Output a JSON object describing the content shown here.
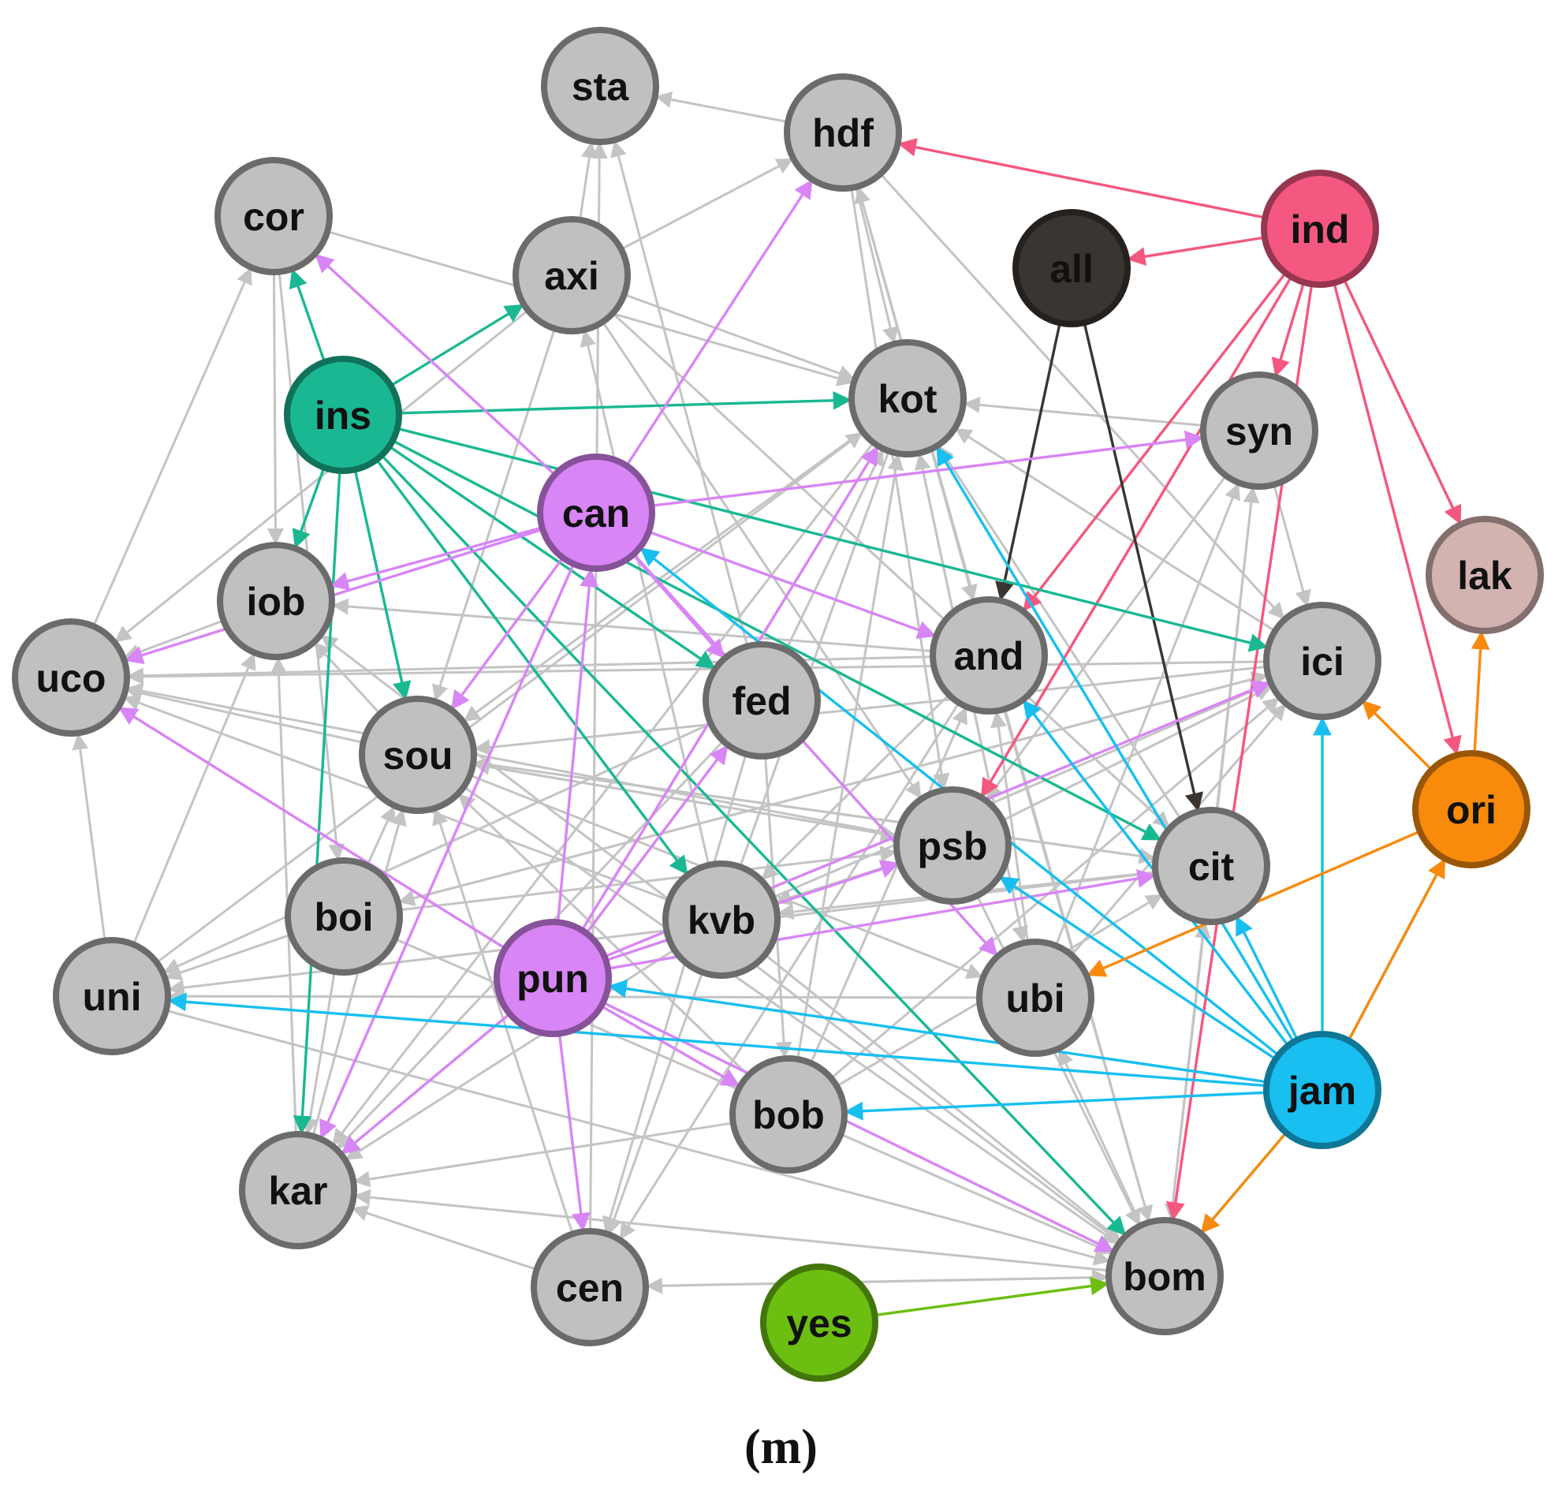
{
  "caption": "(m)",
  "colors": {
    "default_fill": "#c0c0c0",
    "default_stroke": "#6b6b6b",
    "default_edge": "#c4c4c4",
    "ins": "#1ab892",
    "can": "#d885f6",
    "pun": "#d885f6",
    "ind": "#f4577f",
    "all": "#3a3530",
    "jam": "#18bff0",
    "ori": "#f98a0c",
    "yes": "#6cbf10",
    "lak": "#d3b3b0"
  },
  "nodes": [
    {
      "id": "sta",
      "label": "sta"
    },
    {
      "id": "hdf",
      "label": "hdf"
    },
    {
      "id": "cor",
      "label": "cor"
    },
    {
      "id": "axi",
      "label": "axi"
    },
    {
      "id": "all",
      "label": "all"
    },
    {
      "id": "ind",
      "label": "ind"
    },
    {
      "id": "ins",
      "label": "ins"
    },
    {
      "id": "kot",
      "label": "kot"
    },
    {
      "id": "syn",
      "label": "syn"
    },
    {
      "id": "can",
      "label": "can"
    },
    {
      "id": "lak",
      "label": "lak"
    },
    {
      "id": "iob",
      "label": "iob"
    },
    {
      "id": "and",
      "label": "and"
    },
    {
      "id": "ici",
      "label": "ici"
    },
    {
      "id": "uco",
      "label": "uco"
    },
    {
      "id": "fed",
      "label": "fed"
    },
    {
      "id": "sou",
      "label": "sou"
    },
    {
      "id": "ori",
      "label": "ori"
    },
    {
      "id": "psb",
      "label": "psb"
    },
    {
      "id": "cit",
      "label": "cit"
    },
    {
      "id": "boi",
      "label": "boi"
    },
    {
      "id": "kvb",
      "label": "kvb"
    },
    {
      "id": "uni",
      "label": "uni"
    },
    {
      "id": "pun",
      "label": "pun"
    },
    {
      "id": "ubi",
      "label": "ubi"
    },
    {
      "id": "jam",
      "label": "jam"
    },
    {
      "id": "bob",
      "label": "bob"
    },
    {
      "id": "kar",
      "label": "kar"
    },
    {
      "id": "cen",
      "label": "cen"
    },
    {
      "id": "yes",
      "label": "yes"
    },
    {
      "id": "bom",
      "label": "bom"
    }
  ],
  "edges": [
    {
      "from": "ind",
      "to": "hdf",
      "group": "ind"
    },
    {
      "from": "ind",
      "to": "all",
      "group": "ind"
    },
    {
      "from": "ind",
      "to": "lak",
      "group": "ind"
    },
    {
      "from": "ind",
      "to": "ori",
      "group": "ind"
    },
    {
      "from": "ind",
      "to": "syn",
      "group": "ind"
    },
    {
      "from": "ind",
      "to": "and",
      "group": "ind"
    },
    {
      "from": "ind",
      "to": "psb",
      "group": "ind"
    },
    {
      "from": "ind",
      "to": "bom",
      "group": "ind"
    },
    {
      "from": "all",
      "to": "and",
      "group": "all"
    },
    {
      "from": "all",
      "to": "cit",
      "group": "all"
    },
    {
      "from": "ins",
      "to": "cor",
      "group": "ins"
    },
    {
      "from": "ins",
      "to": "axi",
      "group": "ins"
    },
    {
      "from": "ins",
      "to": "kot",
      "group": "ins"
    },
    {
      "from": "ins",
      "to": "iob",
      "group": "ins"
    },
    {
      "from": "ins",
      "to": "sou",
      "group": "ins"
    },
    {
      "from": "ins",
      "to": "kar",
      "group": "ins"
    },
    {
      "from": "ins",
      "to": "kvb",
      "group": "ins"
    },
    {
      "from": "ins",
      "to": "fed",
      "group": "ins"
    },
    {
      "from": "ins",
      "to": "ici",
      "group": "ins"
    },
    {
      "from": "ins",
      "to": "cit",
      "group": "ins"
    },
    {
      "from": "ins",
      "to": "bom",
      "group": "ins"
    },
    {
      "from": "can",
      "to": "cor",
      "group": "can"
    },
    {
      "from": "can",
      "to": "hdf",
      "group": "can"
    },
    {
      "from": "can",
      "to": "iob",
      "group": "can"
    },
    {
      "from": "can",
      "to": "uco",
      "group": "can"
    },
    {
      "from": "can",
      "to": "sou",
      "group": "can"
    },
    {
      "from": "can",
      "to": "kar",
      "group": "can"
    },
    {
      "from": "can",
      "to": "and",
      "group": "can"
    },
    {
      "from": "can",
      "to": "fed",
      "group": "can"
    },
    {
      "from": "can",
      "to": "syn",
      "group": "can"
    },
    {
      "from": "can",
      "to": "ubi",
      "group": "can"
    },
    {
      "from": "pun",
      "to": "can",
      "group": "pun"
    },
    {
      "from": "pun",
      "to": "kot",
      "group": "pun"
    },
    {
      "from": "pun",
      "to": "uco",
      "group": "pun"
    },
    {
      "from": "pun",
      "to": "kar",
      "group": "pun"
    },
    {
      "from": "pun",
      "to": "cen",
      "group": "pun"
    },
    {
      "from": "pun",
      "to": "bob",
      "group": "pun"
    },
    {
      "from": "pun",
      "to": "psb",
      "group": "pun"
    },
    {
      "from": "pun",
      "to": "cit",
      "group": "pun"
    },
    {
      "from": "pun",
      "to": "ici",
      "group": "pun"
    },
    {
      "from": "pun",
      "to": "bom",
      "group": "pun"
    },
    {
      "from": "pun",
      "to": "fed",
      "group": "pun"
    },
    {
      "from": "jam",
      "to": "uni",
      "group": "jam"
    },
    {
      "from": "jam",
      "to": "pun",
      "group": "jam"
    },
    {
      "from": "jam",
      "to": "bob",
      "group": "jam"
    },
    {
      "from": "jam",
      "to": "bom",
      "group": "jam"
    },
    {
      "from": "jam",
      "to": "ici",
      "group": "jam"
    },
    {
      "from": "jam",
      "to": "ori",
      "group": "jam"
    },
    {
      "from": "jam",
      "to": "cit",
      "group": "jam"
    },
    {
      "from": "jam",
      "to": "psb",
      "group": "jam"
    },
    {
      "from": "jam",
      "to": "kot",
      "group": "jam"
    },
    {
      "from": "jam",
      "to": "can",
      "group": "jam"
    },
    {
      "from": "jam",
      "to": "and",
      "group": "jam"
    },
    {
      "from": "ori",
      "to": "lak",
      "group": "ori"
    },
    {
      "from": "ori",
      "to": "ici",
      "group": "ori"
    },
    {
      "from": "ori",
      "to": "ubi",
      "group": "ori"
    },
    {
      "from": "jam",
      "to": "bom",
      "group": "ori"
    },
    {
      "from": "jam",
      "to": "ori",
      "group": "ori"
    },
    {
      "from": "yes",
      "to": "bom",
      "group": "yes"
    },
    {
      "from": "hdf",
      "to": "sta",
      "group": "default"
    },
    {
      "from": "hdf",
      "to": "kot",
      "group": "default"
    },
    {
      "from": "hdf",
      "to": "ici",
      "group": "default"
    },
    {
      "from": "hdf",
      "to": "and",
      "group": "default"
    },
    {
      "from": "hdf",
      "to": "psb",
      "group": "default"
    },
    {
      "from": "axi",
      "to": "sta",
      "group": "default"
    },
    {
      "from": "axi",
      "to": "hdf",
      "group": "default"
    },
    {
      "from": "axi",
      "to": "kot",
      "group": "default"
    },
    {
      "from": "axi",
      "to": "sou",
      "group": "default"
    },
    {
      "from": "axi",
      "to": "uco",
      "group": "default"
    },
    {
      "from": "axi",
      "to": "psb",
      "group": "default"
    },
    {
      "from": "axi",
      "to": "cit",
      "group": "default"
    },
    {
      "from": "cor",
      "to": "iob",
      "group": "default"
    },
    {
      "from": "cor",
      "to": "kot",
      "group": "default"
    },
    {
      "from": "cor",
      "to": "boi",
      "group": "default"
    },
    {
      "from": "uco",
      "to": "cor",
      "group": "default"
    },
    {
      "from": "uni",
      "to": "uco",
      "group": "default"
    },
    {
      "from": "uni",
      "to": "iob",
      "group": "default"
    },
    {
      "from": "uni",
      "to": "kot",
      "group": "default"
    },
    {
      "from": "uni",
      "to": "bom",
      "group": "default"
    },
    {
      "from": "kot",
      "to": "sou",
      "group": "default"
    },
    {
      "from": "kot",
      "to": "kar",
      "group": "default"
    },
    {
      "from": "kot",
      "to": "cen",
      "group": "default"
    },
    {
      "from": "kot",
      "to": "ubi",
      "group": "default"
    },
    {
      "from": "syn",
      "to": "kot",
      "group": "default"
    },
    {
      "from": "syn",
      "to": "psb",
      "group": "default"
    },
    {
      "from": "syn",
      "to": "ici",
      "group": "default"
    },
    {
      "from": "syn",
      "to": "bom",
      "group": "default"
    },
    {
      "from": "ici",
      "to": "uco",
      "group": "default"
    },
    {
      "from": "ici",
      "to": "sou",
      "group": "default"
    },
    {
      "from": "ici",
      "to": "boi",
      "group": "default"
    },
    {
      "from": "ici",
      "to": "kot",
      "group": "default"
    },
    {
      "from": "and",
      "to": "uco",
      "group": "default"
    },
    {
      "from": "and",
      "to": "iob",
      "group": "default"
    },
    {
      "from": "and",
      "to": "kvb",
      "group": "default"
    },
    {
      "from": "and",
      "to": "cen",
      "group": "default"
    },
    {
      "from": "and",
      "to": "bom",
      "group": "default"
    },
    {
      "from": "fed",
      "to": "sta",
      "group": "default"
    },
    {
      "from": "fed",
      "to": "uni",
      "group": "default"
    },
    {
      "from": "fed",
      "to": "kar",
      "group": "default"
    },
    {
      "from": "fed",
      "to": "cen",
      "group": "default"
    },
    {
      "from": "fed",
      "to": "bob",
      "group": "default"
    },
    {
      "from": "fed",
      "to": "kot",
      "group": "default"
    },
    {
      "from": "sou",
      "to": "uco",
      "group": "default"
    },
    {
      "from": "sou",
      "to": "iob",
      "group": "default"
    },
    {
      "from": "sou",
      "to": "psb",
      "group": "default"
    },
    {
      "from": "sou",
      "to": "cit",
      "group": "default"
    },
    {
      "from": "sou",
      "to": "ubi",
      "group": "default"
    },
    {
      "from": "sou",
      "to": "bom",
      "group": "default"
    },
    {
      "from": "psb",
      "to": "uco",
      "group": "default"
    },
    {
      "from": "psb",
      "to": "sou",
      "group": "default"
    },
    {
      "from": "psb",
      "to": "kvb",
      "group": "default"
    },
    {
      "from": "psb",
      "to": "bom",
      "group": "default"
    },
    {
      "from": "psb",
      "to": "ici",
      "group": "default"
    },
    {
      "from": "cit",
      "to": "uni",
      "group": "default"
    },
    {
      "from": "cit",
      "to": "kvb",
      "group": "default"
    },
    {
      "from": "cit",
      "to": "kot",
      "group": "default"
    },
    {
      "from": "cit",
      "to": "syn",
      "group": "default"
    },
    {
      "from": "cit",
      "to": "sou",
      "group": "default"
    },
    {
      "from": "boi",
      "to": "uni",
      "group": "default"
    },
    {
      "from": "boi",
      "to": "kar",
      "group": "default"
    },
    {
      "from": "boi",
      "to": "sou",
      "group": "default"
    },
    {
      "from": "boi",
      "to": "psb",
      "group": "default"
    },
    {
      "from": "boi",
      "to": "bom",
      "group": "default"
    },
    {
      "from": "boi",
      "to": "ici",
      "group": "default"
    },
    {
      "from": "kvb",
      "to": "uco",
      "group": "default"
    },
    {
      "from": "kvb",
      "to": "axi",
      "group": "default"
    },
    {
      "from": "kvb",
      "to": "kar",
      "group": "default"
    },
    {
      "from": "kvb",
      "to": "bom",
      "group": "default"
    },
    {
      "from": "kvb",
      "to": "psb",
      "group": "default"
    },
    {
      "from": "kvb",
      "to": "ici",
      "group": "default"
    },
    {
      "from": "ubi",
      "to": "uni",
      "group": "default"
    },
    {
      "from": "ubi",
      "to": "kot",
      "group": "default"
    },
    {
      "from": "ubi",
      "to": "and",
      "group": "default"
    },
    {
      "from": "ubi",
      "to": "syn",
      "group": "default"
    },
    {
      "from": "ubi",
      "to": "ici",
      "group": "default"
    },
    {
      "from": "bob",
      "to": "sou",
      "group": "default"
    },
    {
      "from": "bob",
      "to": "kar",
      "group": "default"
    },
    {
      "from": "bob",
      "to": "kot",
      "group": "default"
    },
    {
      "from": "bob",
      "to": "and",
      "group": "default"
    },
    {
      "from": "bob",
      "to": "ici",
      "group": "default"
    },
    {
      "from": "bob",
      "to": "cit",
      "group": "default"
    },
    {
      "from": "kar",
      "to": "iob",
      "group": "default"
    },
    {
      "from": "kar",
      "to": "sou",
      "group": "default"
    },
    {
      "from": "cen",
      "to": "kar",
      "group": "default"
    },
    {
      "from": "cen",
      "to": "sta",
      "group": "default"
    },
    {
      "from": "cen",
      "to": "bom",
      "group": "default"
    },
    {
      "from": "cen",
      "to": "sou",
      "group": "default"
    },
    {
      "from": "bom",
      "to": "kar",
      "group": "default"
    },
    {
      "from": "bom",
      "to": "cen",
      "group": "default"
    },
    {
      "from": "bom",
      "to": "iob",
      "group": "default"
    },
    {
      "from": "bom",
      "to": "hdf",
      "group": "default"
    },
    {
      "from": "bom",
      "to": "ubi",
      "group": "default"
    },
    {
      "from": "bom",
      "to": "cit",
      "group": "default"
    },
    {
      "from": "iob",
      "to": "uco",
      "group": "default"
    }
  ]
}
